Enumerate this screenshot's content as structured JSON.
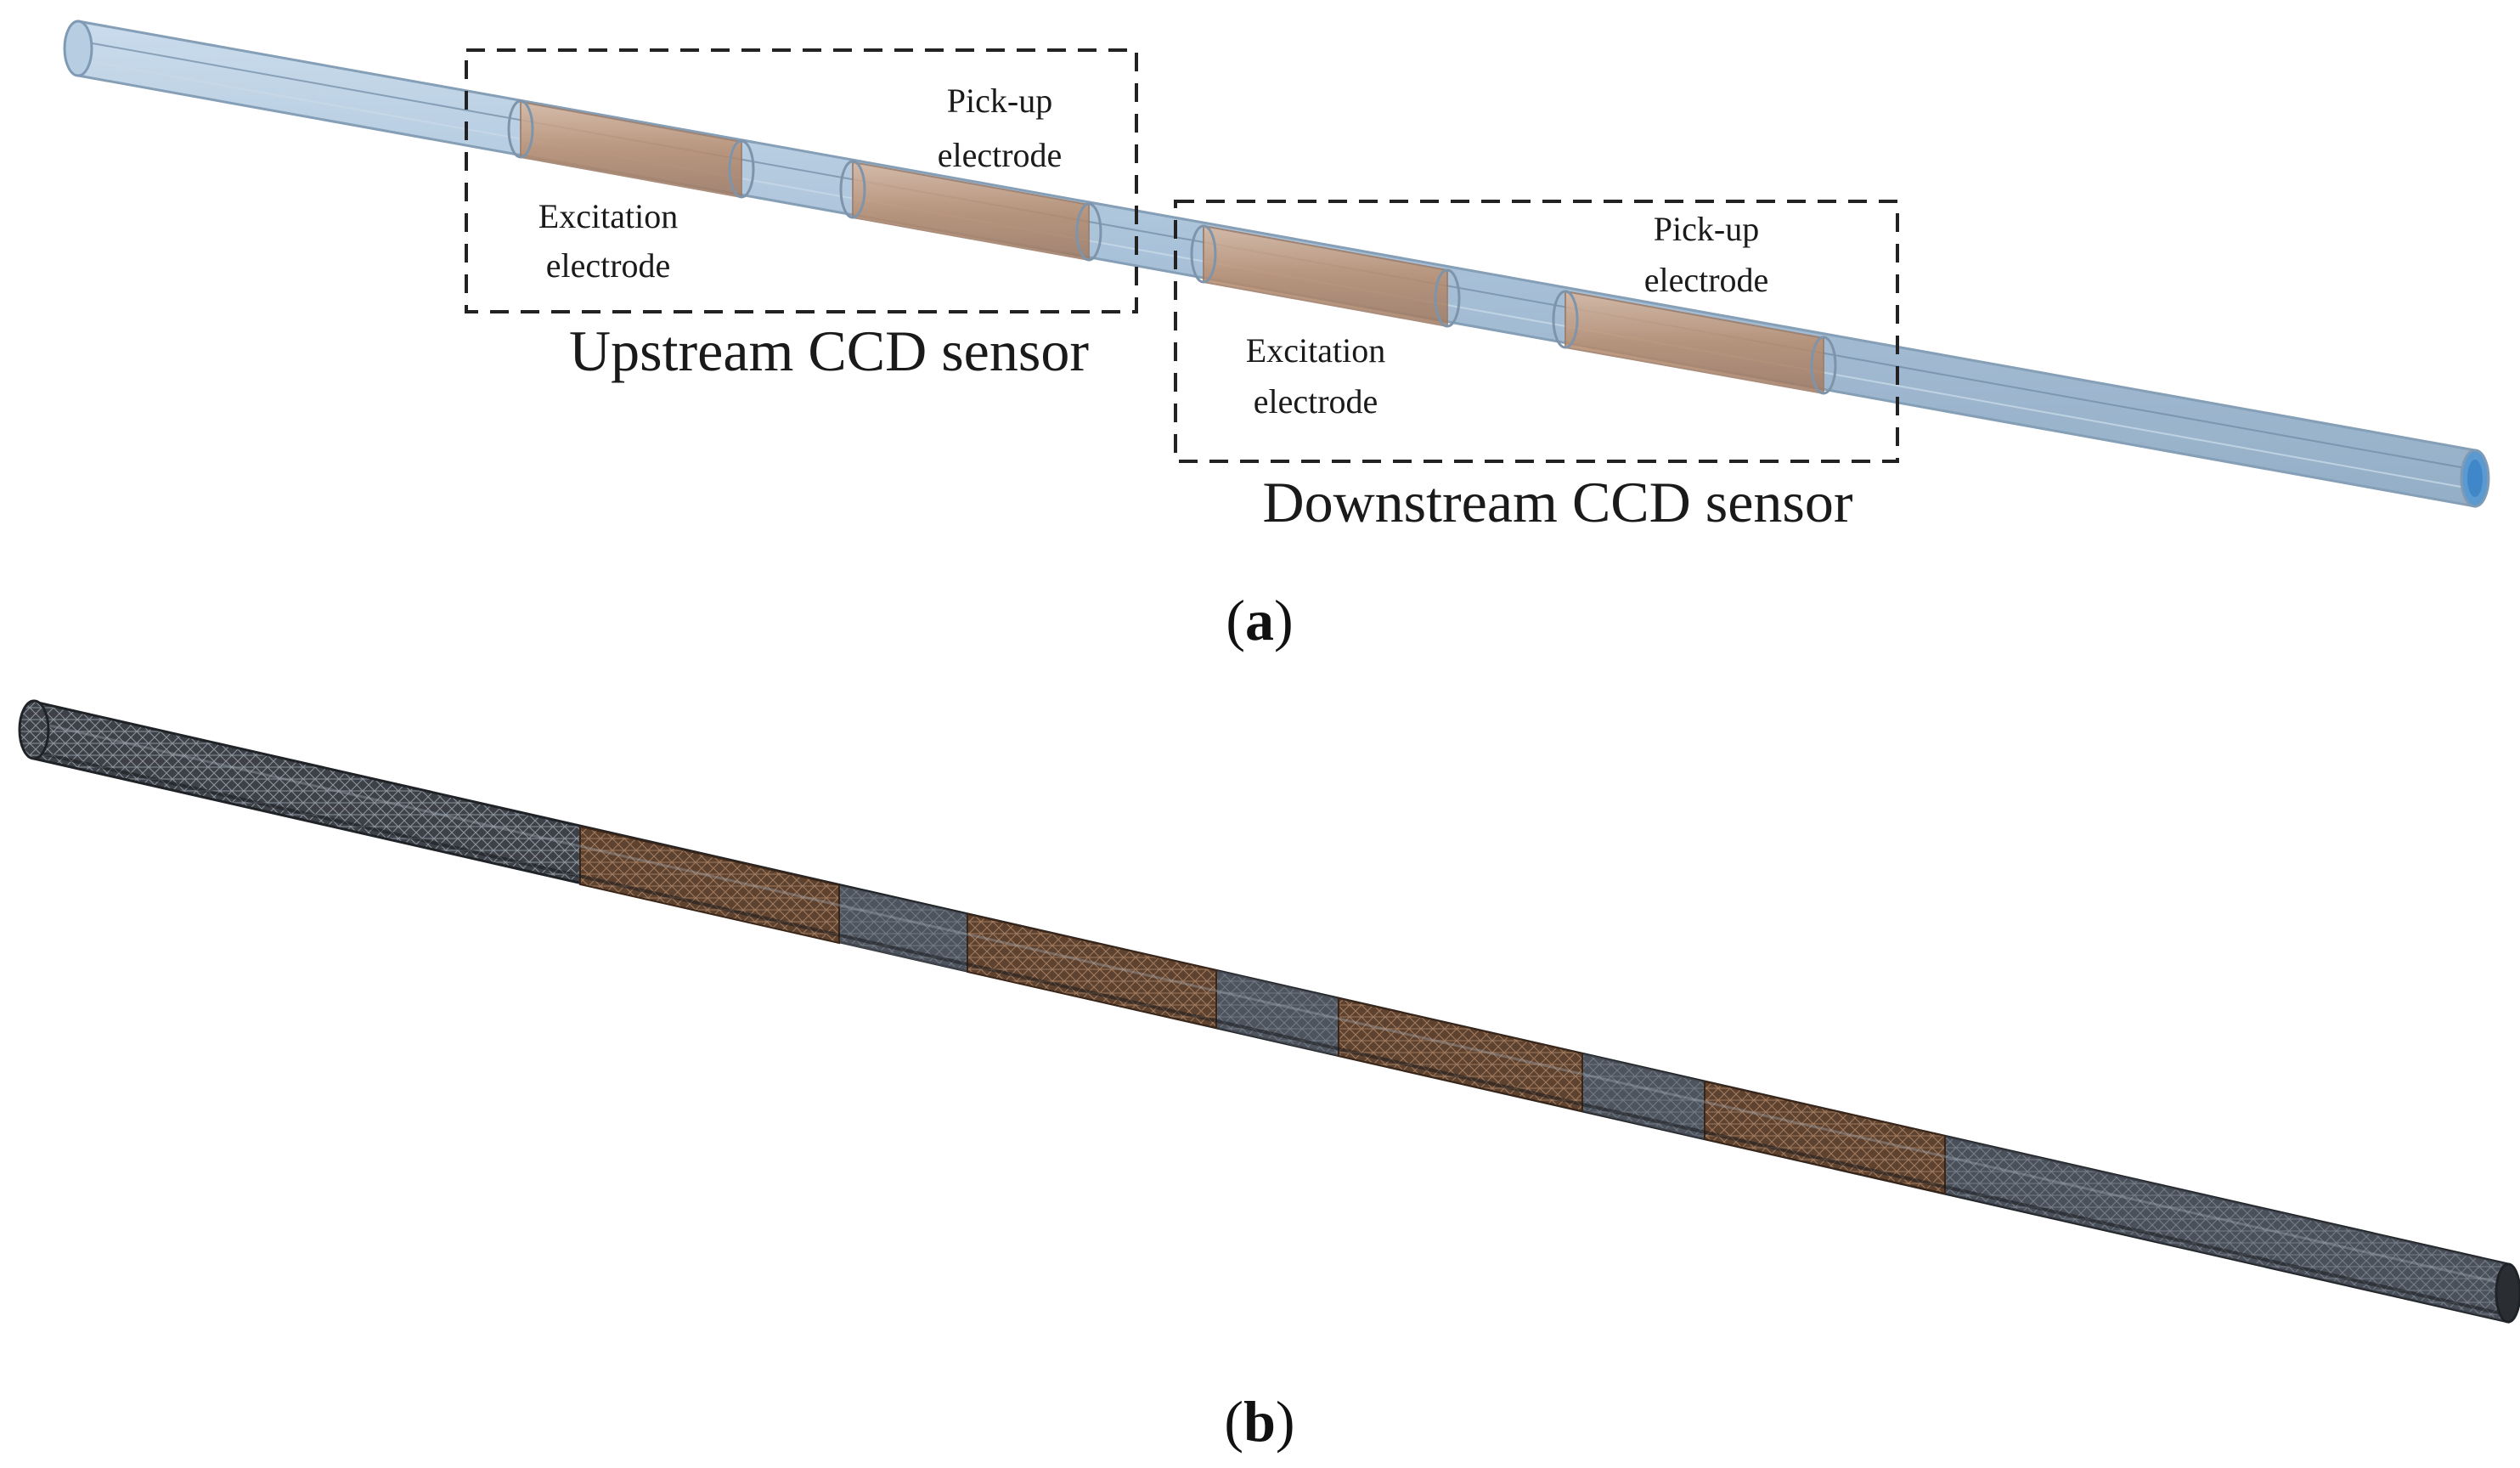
{
  "panel_a": {
    "upstream_box_title": "Upstream CCD sensor",
    "downstream_box_title": "Downstream CCD sensor",
    "upstream_excitation": [
      "Excitation",
      "electrode"
    ],
    "upstream_pickup": [
      "Pick-up",
      "electrode"
    ],
    "downstream_excitation": [
      "Excitation",
      "electrode"
    ],
    "downstream_pickup": [
      "Pick-up",
      "electrode"
    ],
    "caption": {
      "open": "(",
      "letter": "a",
      "close": ")"
    }
  },
  "panel_b": {
    "caption": {
      "open": "(",
      "letter": "b",
      "close": ")"
    }
  },
  "colors": {
    "tube_fill": "#a9c3db",
    "tube_edge": "#7f9ab4",
    "electrode_fill": "#c9a085",
    "mesh_dark": "#3b3e44",
    "mesh_electrode": "#6b4a33",
    "mesh_line": "#8a929c",
    "dashed_box": "#222222"
  },
  "icons": [
    "pipe-model",
    "mesh-model"
  ]
}
